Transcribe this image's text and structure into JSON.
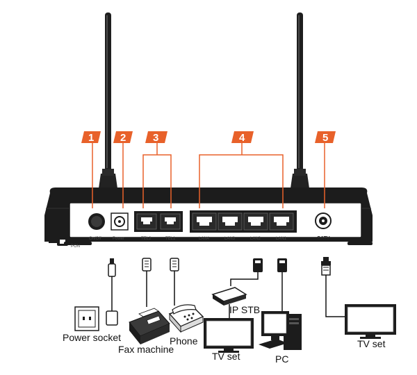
{
  "badges": {
    "b1": "1",
    "b2": "2",
    "b3": "3",
    "b4": "4",
    "b5": "5"
  },
  "ports": {
    "onoff": "On/Off",
    "power": "Power",
    "tel2": "TEL2",
    "tel1": "TEL1",
    "lan4": "LAN4",
    "lan3": "LAN3",
    "lan2": "LAN2",
    "lan1": "LAN1",
    "catv": "CATV",
    "pon": "PON"
  },
  "devices": {
    "power_socket": "Power socket",
    "fax_machine": "Fax machine",
    "phone": "Phone",
    "ip_stb": "IP STB",
    "tv_set_left": "TV set",
    "pc": "PC",
    "tv_set_right": "TV set"
  },
  "colors": {
    "badge": "#e8612a",
    "bracket": "#e8612a",
    "device_body": "#1c1c1c",
    "line": "#111111"
  }
}
